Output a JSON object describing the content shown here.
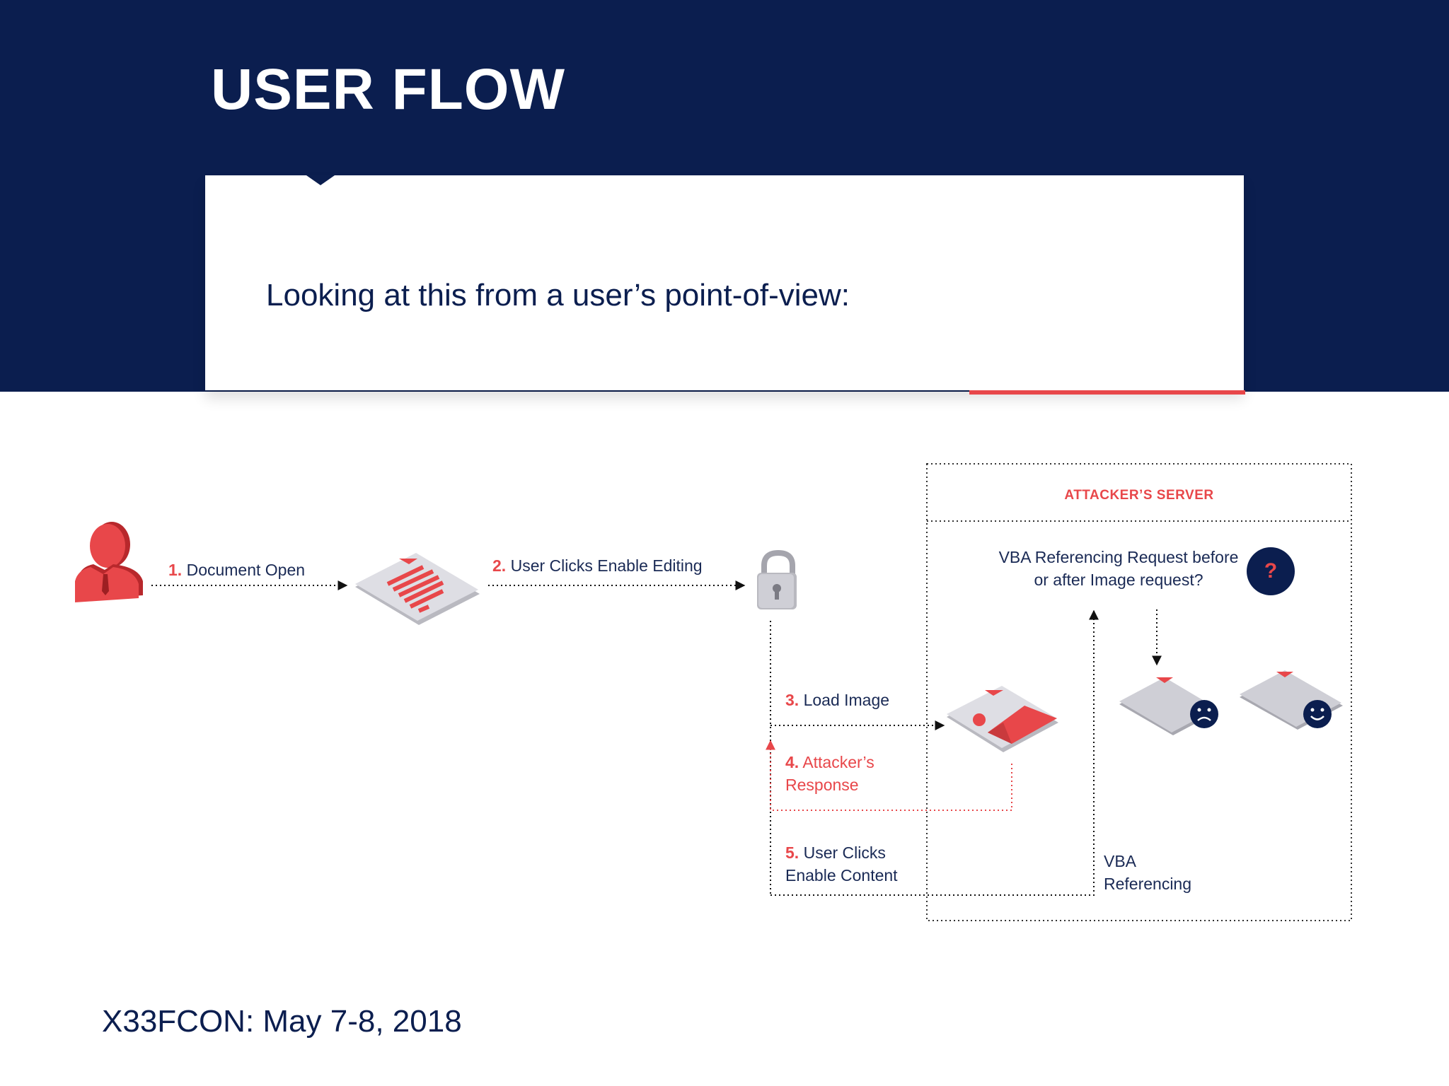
{
  "slide": {
    "title": "USER FLOW",
    "subtitle": "Looking at this from a user’s point-of-view:",
    "footer": "X33FCON: May 7-8, 2018"
  },
  "diagram": {
    "steps": [
      {
        "num": "1.",
        "label": "Document Open"
      },
      {
        "num": "2.",
        "label": "User Clicks Enable Editing"
      },
      {
        "num": "3.",
        "label": "Load Image"
      },
      {
        "num": "4.",
        "label_line1": "Attacker’s",
        "label_line2": "Response"
      },
      {
        "num": "5.",
        "label_line1": "User Clicks",
        "label_line2": "Enable Content"
      }
    ],
    "server": {
      "title": "ATTACKER’S SERVER",
      "question_line1": "VBA Referencing Request before",
      "question_line2": "or after Image request?",
      "question_mark": "?",
      "vba_line1": "VBA",
      "vba_line2": "Referencing"
    },
    "icons": [
      "user-icon",
      "document-icon",
      "lock-icon",
      "image-envelope-icon",
      "sad-envelope-icon",
      "happy-envelope-icon"
    ]
  },
  "colors": {
    "navy": "#0b1e4f",
    "red": "#e8474a",
    "gray": "#c9c9cf"
  }
}
